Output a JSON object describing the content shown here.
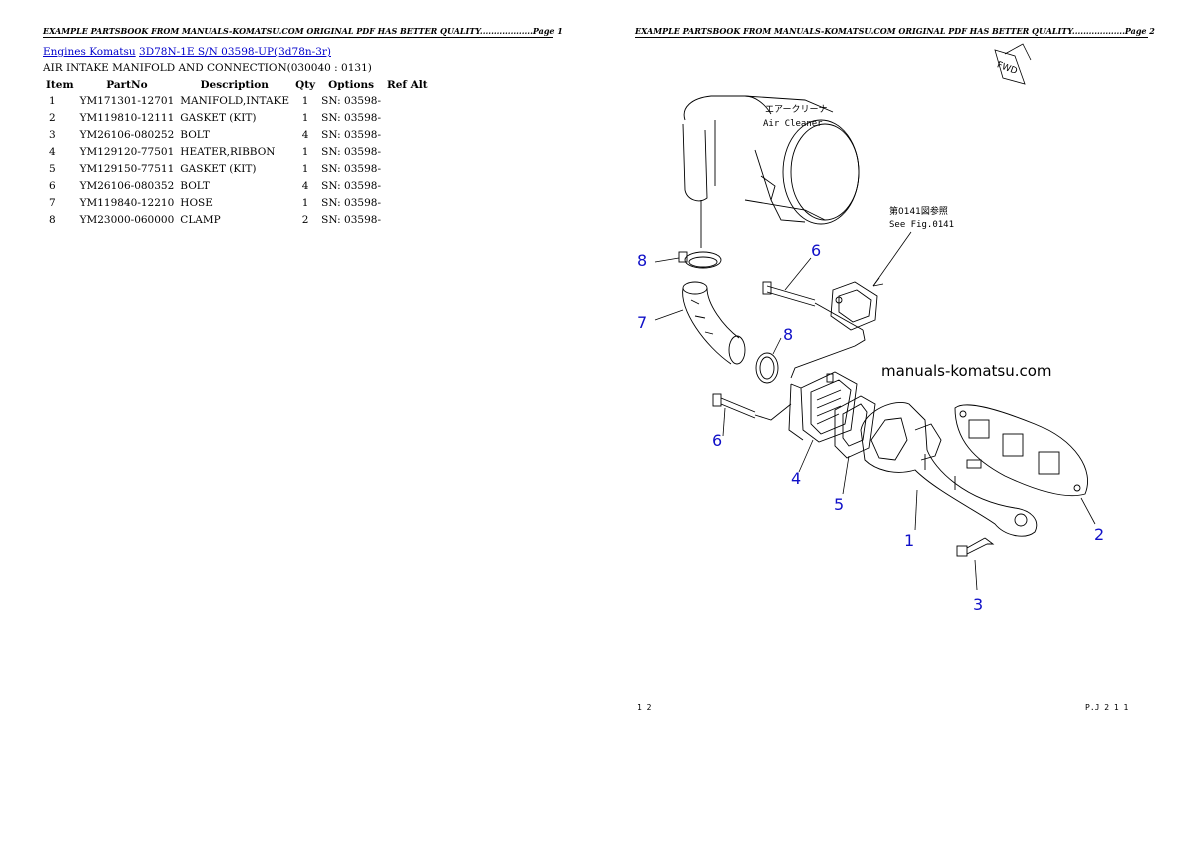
{
  "header": {
    "page1": "EXAMPLE PARTSBOOK FROM MANUALS-KOMATSU.COM ORIGINAL PDF HAS BETTER QUALITY...................Page 1",
    "page2": "EXAMPLE PARTSBOOK FROM MANUALS-KOMATSU.COM ORIGINAL PDF HAS BETTER QUALITY...................Page 2"
  },
  "breadcrumb": {
    "link1": "Engines Komatsu",
    "link2": "3D78N-1E S/N 03598-UP(3d78n-3r)"
  },
  "section_title": "AIR INTAKE MANIFOLD AND CONNECTION(030040 : 0131)",
  "table": {
    "headers": [
      "Item",
      "PartNo",
      "Description",
      "Qty",
      "Options",
      "Ref Alt"
    ],
    "rows": [
      {
        "item": "1",
        "partno": "YM171301-12701",
        "desc": "MANIFOLD,INTAKE",
        "qty": "1",
        "opt": "SN: 03598-"
      },
      {
        "item": "2",
        "partno": "YM119810-12111",
        "desc": "GASKET (KIT)",
        "qty": "1",
        "opt": "SN: 03598-"
      },
      {
        "item": "3",
        "partno": "YM26106-080252",
        "desc": "BOLT",
        "qty": "4",
        "opt": "SN: 03598-"
      },
      {
        "item": "4",
        "partno": "YM129120-77501",
        "desc": "HEATER,RIBBON",
        "qty": "1",
        "opt": "SN: 03598-"
      },
      {
        "item": "5",
        "partno": "YM129150-77511",
        "desc": "GASKET (KIT)",
        "qty": "1",
        "opt": "SN: 03598-"
      },
      {
        "item": "6",
        "partno": "YM26106-080352",
        "desc": "BOLT",
        "qty": "4",
        "opt": "SN: 03598-"
      },
      {
        "item": "7",
        "partno": "YM119840-12210",
        "desc": "HOSE",
        "qty": "1",
        "opt": "SN: 03598-"
      },
      {
        "item": "8",
        "partno": "YM23000-060000",
        "desc": "CLAMP",
        "qty": "2",
        "opt": "SN: 03598-"
      }
    ]
  },
  "diagram": {
    "fwd": "FWD",
    "air_cleaner_jp": "エアークリーナ",
    "air_cleaner_en": "Air Cleaner",
    "see_fig_jp": "第0141図参照",
    "see_fig_en": "See Fig.0141",
    "watermark": "manuals-komatsu.com",
    "callouts": [
      "8",
      "7",
      "6",
      "8",
      "6",
      "4",
      "5",
      "1",
      "2",
      "3"
    ],
    "footer_left": "1 2",
    "footer_right": "P.J 2 1 1",
    "callout_color": "#1010c8"
  }
}
